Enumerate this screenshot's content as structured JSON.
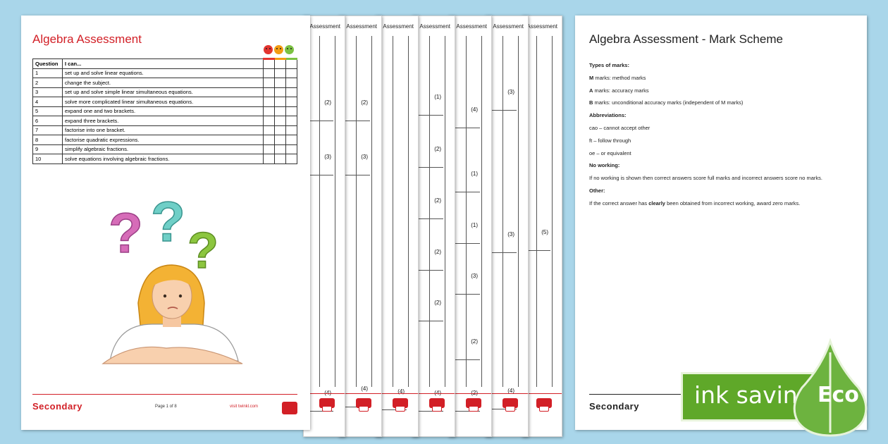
{
  "front_page": {
    "title": "Algebra Assessment",
    "table_headers": {
      "question": "Question",
      "i_can": "I can..."
    },
    "rows": [
      {
        "q": "1",
        "text": "set up and solve linear equations."
      },
      {
        "q": "2",
        "text": "change the subject."
      },
      {
        "q": "3",
        "text": "set up and solve simple linear simultaneous equations."
      },
      {
        "q": "4",
        "text": "solve more complicated linear simultaneous equations."
      },
      {
        "q": "5",
        "text": "expand one and two brackets."
      },
      {
        "q": "6",
        "text": "expand three brackets."
      },
      {
        "q": "7",
        "text": "factorise into one bracket."
      },
      {
        "q": "8",
        "text": "factorise quadratic expressions."
      },
      {
        "q": "9",
        "text": "simplify algebraic fractions."
      },
      {
        "q": "10",
        "text": "solve equations involving algebraic fractions."
      }
    ],
    "footer": {
      "section": "Secondary",
      "page": "Page 1 of 8",
      "site": "visit twinkl.com"
    }
  },
  "stack_pages": [
    {
      "header": "Assessment",
      "marks": [
        "(2)",
        "(3)",
        "(4)"
      ]
    },
    {
      "header": "Assessment",
      "marks": [
        "(2)",
        "(3)",
        "(4)"
      ]
    },
    {
      "header": "Assessment",
      "marks": [
        "(4)"
      ]
    },
    {
      "header": "Assessment",
      "marks": [
        "(1)",
        "(2)",
        "(2)",
        "(2)",
        "(2)",
        "(4)"
      ]
    },
    {
      "header": "Assessment",
      "marks": [
        "(4)",
        "(1)",
        "(1)",
        "(3)",
        "(2)",
        "(2)"
      ]
    },
    {
      "header": "Assessment",
      "marks": [
        "(3)",
        "(3)",
        "(4)"
      ]
    },
    {
      "header": "Assessment",
      "marks": [
        "(5)"
      ]
    }
  ],
  "mark_scheme": {
    "title": "Algebra Assessment - Mark Scheme",
    "types_heading": "Types of marks:",
    "m_label": "M",
    "m_text": " marks: method marks",
    "a_label": "A",
    "a_text": " marks: accuracy marks",
    "b_label": "B",
    "b_text": " marks: unconditional accuracy marks (independent of M marks)",
    "abbrev_heading": "Abbreviations:",
    "cao": "cao – cannot accept other",
    "ft": "ft – follow through",
    "oe": "oe – or equivalent",
    "no_working_heading": "No working:",
    "no_working_text": "If no working is shown then correct answers score full marks and incorrect answers score no marks.",
    "other_heading": "Other:",
    "other_before": "If the correct answer has ",
    "other_bold": "clearly",
    "other_after": " been obtained from incorrect working, award zero marks.",
    "footer_section": "Secondary"
  },
  "eco_badge": {
    "banner_text": "ink saving",
    "drop_text": "Eco"
  },
  "colors": {
    "brand_red": "#d21f26",
    "eco_green": "#5fa829",
    "background": "#a9d6ea"
  }
}
